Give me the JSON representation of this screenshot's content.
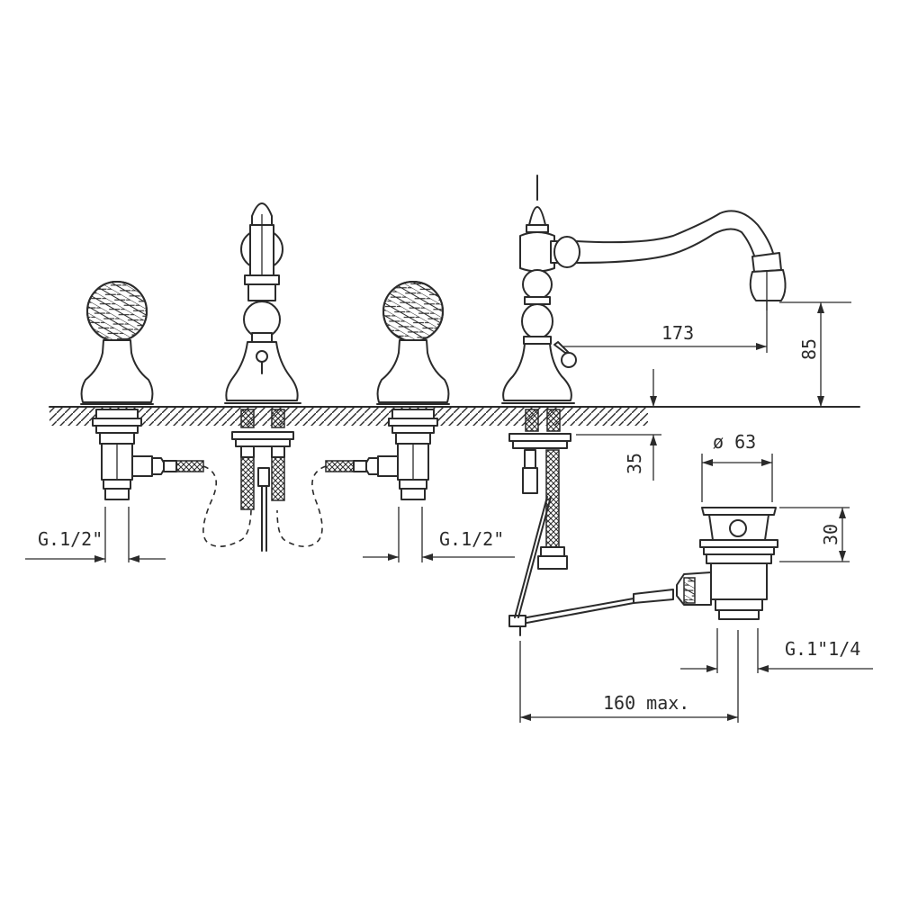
{
  "dimensions": {
    "spout_reach": "173",
    "spout_height": "85",
    "deck_thickness": "35",
    "drain_diameter": "ø 63",
    "drain_height": "30",
    "left_inlet_thread": "G.1/2\"",
    "right_inlet_thread": "G.1/2\"",
    "drain_thread": "G.1\"1/4",
    "rod_length": "160 max."
  }
}
